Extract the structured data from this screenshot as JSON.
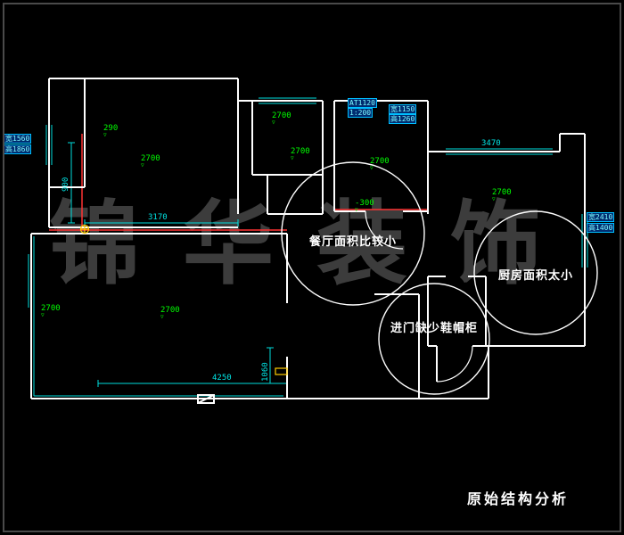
{
  "title": "原始结构分析",
  "watermark": "锦华装饰",
  "callouts": {
    "dining": "餐厅面积比较小",
    "kitchen": "厨房面积太小",
    "entry": "进门缺少鞋帽柜"
  },
  "green_labels": [
    "290",
    "2700",
    "2700",
    "2700",
    "2700",
    "-300",
    "2700",
    "2700",
    "2700"
  ],
  "cyan_dims": [
    "3170",
    "900",
    "4250",
    "1060",
    "3470"
  ],
  "tags": {
    "left": [
      "宽1560",
      "高1860"
    ],
    "top_a": [
      "AT1120",
      "1:200"
    ],
    "top_b": [
      "宽1150",
      "高1260"
    ],
    "right": [
      "宽2410",
      "高1400"
    ]
  },
  "colors": {
    "wall": "#ffffff",
    "dimension": "#00e5e5",
    "height_label": "#00ff00",
    "alert_line": "#ff3333",
    "symbol": "#ffcc00",
    "background": "#000000",
    "watermark": "#3c3c3c"
  }
}
